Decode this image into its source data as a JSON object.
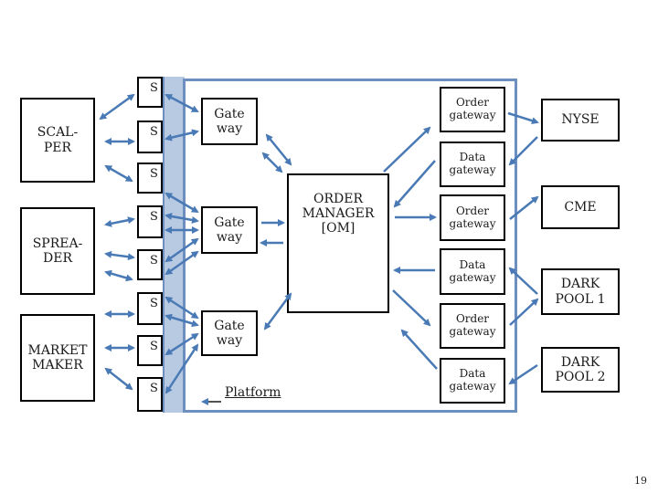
{
  "clients": [
    {
      "id": "scalper",
      "label": "SCAL-\nPER"
    },
    {
      "id": "spreader",
      "label": "SPREA-\nDER"
    },
    {
      "id": "market-maker",
      "label": "MARKET\nMAKER"
    }
  ],
  "s_label": "S",
  "gateway_label": "Gate\nway",
  "order_manager": "ORDER\nMANAGER\n[OM]",
  "gateways": [
    {
      "label": "Order\ngateway"
    },
    {
      "label": "Data\ngateway"
    },
    {
      "label": "Order\ngateway"
    },
    {
      "label": "Data\ngateway"
    },
    {
      "label": "Order\ngateway"
    },
    {
      "label": "Data\ngateway"
    }
  ],
  "exchanges": [
    {
      "id": "nyse",
      "label": "NYSE"
    },
    {
      "id": "cme",
      "label": "CME"
    },
    {
      "id": "dark-pool-1",
      "label": "DARK\nPOOL 1"
    },
    {
      "id": "dark-pool-2",
      "label": "DARK\nPOOL 2"
    }
  ],
  "platform_label": "Platform",
  "page_number": "19",
  "colors": {
    "arrow": "#4a7ab5",
    "platform_border": "#6d8fc0",
    "box_border": "#000000"
  }
}
